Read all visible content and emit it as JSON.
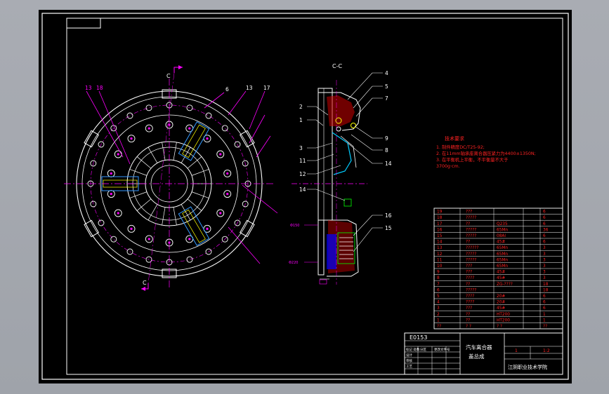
{
  "drawing": {
    "section_label": "C-C",
    "section_mark_top": "C",
    "section_mark_bottom": "C",
    "balloons_front": [
      "13",
      "18",
      "6",
      "13",
      "17"
    ],
    "balloons_section": [
      "4",
      "5",
      "7",
      "2",
      "1",
      "9",
      "8",
      "3",
      "11",
      "12",
      "14",
      "14",
      "16",
      "15"
    ],
    "notes_title": "技术要求",
    "notes": [
      "1. 制件精度DC/T25-92;",
      "2. 在11mm轴承座离合器压紧力为4400±1350N;",
      "3. 在平衡机上平衡，不平衡量不大于",
      "3700g·cm."
    ],
    "code_box": "E0153",
    "title_main": "汽车离合器",
    "title_sub": "盖总成",
    "school": "江阴职业技术学院",
    "sheet_count": "1",
    "scale": "1:2"
  },
  "bom": {
    "rows": [
      {
        "no": "19",
        "name": "???",
        "mat": "",
        "qty": "6"
      },
      {
        "no": "18",
        "name": "?????",
        "mat": "",
        "qty": "6"
      },
      {
        "no": "17",
        "name": "??",
        "mat": "Q235",
        "qty": "6"
      },
      {
        "no": "16",
        "name": "?????",
        "mat": "65Mn",
        "qty": "36"
      },
      {
        "no": "15",
        "name": "?????",
        "mat": "08Al",
        "qty": "6"
      },
      {
        "no": "14",
        "name": "??",
        "mat": "45#",
        "qty": "6"
      },
      {
        "no": "13",
        "name": "??????",
        "mat": "65Mn",
        "qty": "3"
      },
      {
        "no": "12",
        "name": "?????",
        "mat": "65Mn",
        "qty": "3"
      },
      {
        "no": "11",
        "name": "?????",
        "mat": "65Mn",
        "qty": "3"
      },
      {
        "no": "10",
        "name": "???",
        "mat": "65Mn",
        "qty": "3"
      },
      {
        "no": "9",
        "name": "???",
        "mat": "45#",
        "qty": "3"
      },
      {
        "no": "8",
        "name": "????",
        "mat": "45#",
        "qty": "3"
      },
      {
        "no": "7",
        "name": "??",
        "mat": "ZG-????",
        "qty": "18"
      },
      {
        "no": "6",
        "name": "?????",
        "mat": "",
        "qty": "18"
      },
      {
        "no": "5",
        "name": "????",
        "mat": "20#",
        "qty": "6"
      },
      {
        "no": "4",
        "name": "????",
        "mat": "20#",
        "qty": "6"
      },
      {
        "no": "3",
        "name": "???",
        "mat": "45#",
        "qty": "6"
      },
      {
        "no": "2",
        "name": "??",
        "mat": "HT200",
        "qty": "1"
      },
      {
        "no": "1",
        "name": "??",
        "mat": "HT200",
        "qty": "1"
      }
    ],
    "header": {
      "no": "??",
      "name": "? ?",
      "mat": "? ?",
      "qty": "??"
    }
  }
}
